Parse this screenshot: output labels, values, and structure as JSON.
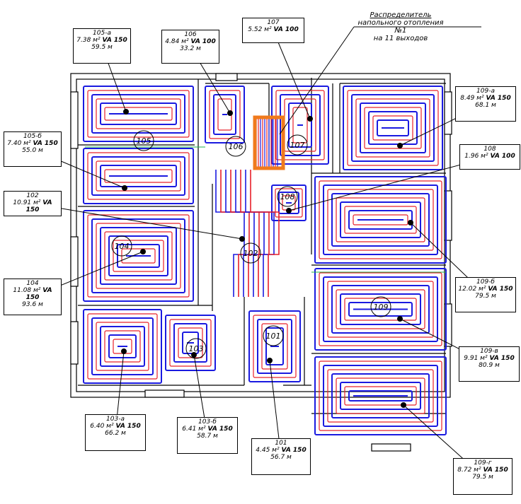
{
  "distributor": {
    "line1": "Распределитель",
    "line2": "напольного отопления №1",
    "line3": "на 11 выходов"
  },
  "rooms": {
    "r105": "105",
    "r106": "106",
    "r107": "107",
    "r102": "102",
    "r104": "104",
    "r108": "108",
    "r109": "109",
    "r103": "103",
    "r101": "101"
  },
  "loops": [
    {
      "id": "105-а",
      "area": "7.38 м²",
      "type": "VA 150",
      "length": "59.5 м"
    },
    {
      "id": "106",
      "area": "4.84 м²",
      "type": "VA 100",
      "length": "33.2 м"
    },
    {
      "id": "107",
      "area": "5.52 м²",
      "type": "VA 100",
      "length": ""
    },
    {
      "id": "105-б",
      "area": "7.40 м²",
      "type": "VA 150",
      "length": "55.0 м"
    },
    {
      "id": "102",
      "area": "10.91 м²",
      "type": "VA 150",
      "length": ""
    },
    {
      "id": "104",
      "area": "11.08 м²",
      "type": "VA 150",
      "length": "93.6 м"
    },
    {
      "id": "109-а",
      "area": "8.49 м²",
      "type": "VA 150",
      "length": "68.1 м"
    },
    {
      "id": "108",
      "area": "1.96 м²",
      "type": "VA 100",
      "length": ""
    },
    {
      "id": "109-б",
      "area": "12.02 м²",
      "type": "VA 150",
      "length": "79.5 м"
    },
    {
      "id": "109-в",
      "area": "9.91 м²",
      "type": "VA 150",
      "length": "80.9 м"
    },
    {
      "id": "103-а",
      "area": "6.40 м²",
      "type": "VA 150",
      "length": "66.2 м"
    },
    {
      "id": "103-б",
      "area": "6.41 м²",
      "type": "VA 150",
      "length": "58.7 м"
    },
    {
      "id": "101",
      "area": "4.45 м²",
      "type": "VA 150",
      "length": "56.7 м"
    },
    {
      "id": "109-г",
      "area": "8.72 м²",
      "type": "VA 150",
      "length": "79.5 м"
    }
  ],
  "colors": {
    "supply": "#e8202a",
    "return": "#1a1ae0",
    "wall": "#000000",
    "highlight": "#f07a1c",
    "green": "#22b14c"
  }
}
